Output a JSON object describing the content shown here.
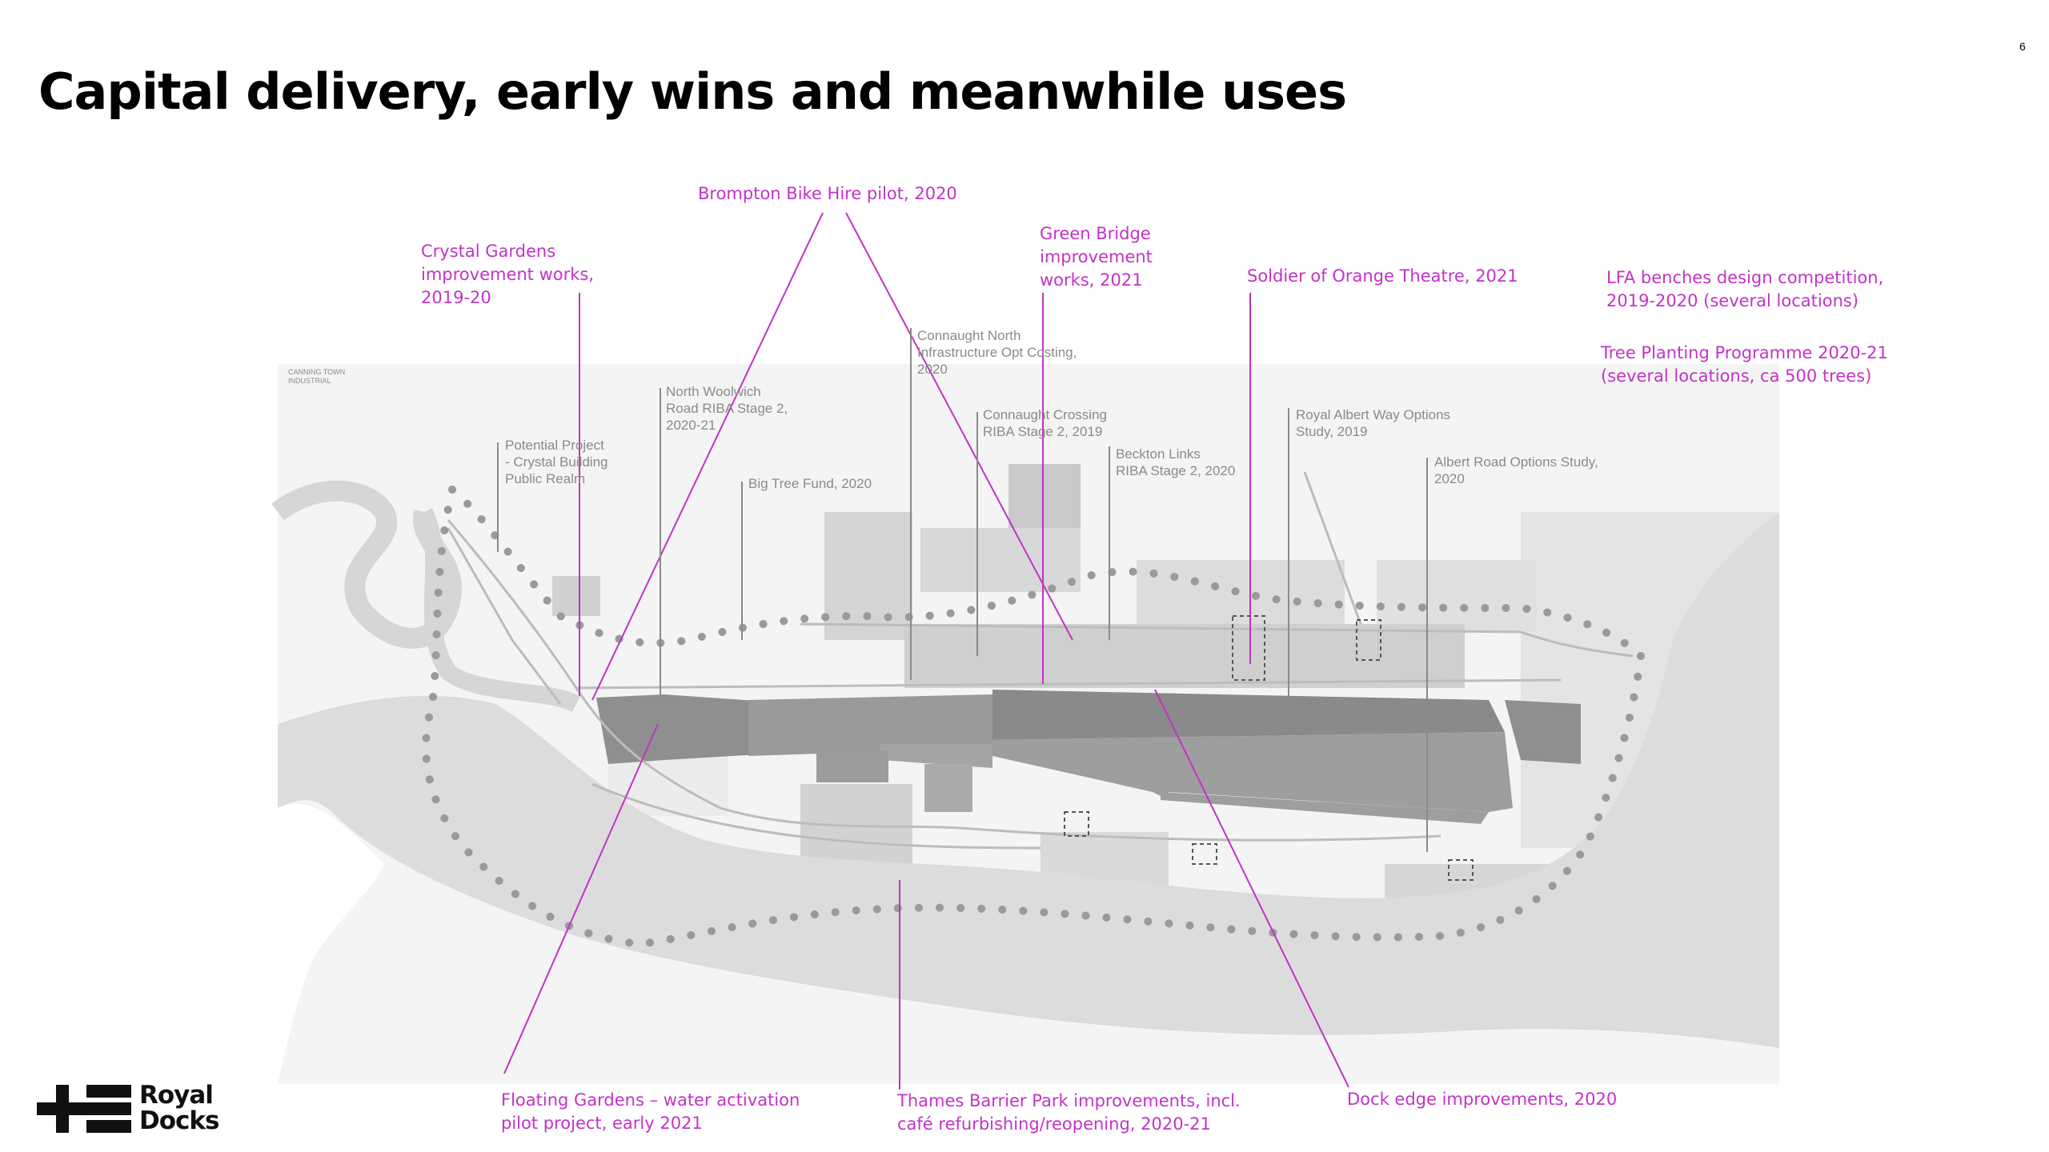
{
  "slide": {
    "title": "Capital delivery, early wins and meanwhile uses",
    "page_number": "6"
  },
  "annotations": [
    {
      "id": "brompton",
      "text": "Brompton Bike Hire pilot, 2020"
    },
    {
      "id": "crystal-gardens",
      "text": "Crystal Gardens\nimprovement works,\n2019-20"
    },
    {
      "id": "green-bridge",
      "text": "Green Bridge\nimprovement\nworks, 2021"
    },
    {
      "id": "soldier-orange",
      "text": "Soldier of Orange Theatre, 2021"
    },
    {
      "id": "lfa-benches",
      "text": "LFA benches design competition,\n2019-2020 (several locations)"
    },
    {
      "id": "tree-planting",
      "text": "Tree Planting Programme 2020-21\n(several locations, ca 500 trees)"
    },
    {
      "id": "floating-gardens",
      "text": "Floating Gardens – water activation\npilot project, early 2021"
    },
    {
      "id": "thames-barrier",
      "text": "Thames Barrier Park improvements, incl.\ncafé refurbishing/reopening, 2020-21"
    },
    {
      "id": "dock-edge",
      "text": "Dock edge improvements, 2020"
    }
  ],
  "map_labels": [
    {
      "id": "connaught-north",
      "text": "Connaught North\nInfrastructure Opt Costing,\n2020"
    },
    {
      "id": "north-woolwich",
      "text": "North Woolwich\nRoad RIBA Stage 2,\n2020-21"
    },
    {
      "id": "potential-project",
      "text": "Potential Project\n- Crystal Building\nPublic Realm"
    },
    {
      "id": "big-tree-fund",
      "text": "Big Tree Fund, 2020"
    },
    {
      "id": "connaught-crossing",
      "text": "Connaught Crossing\nRIBA Stage 2, 2019"
    },
    {
      "id": "beckton-links",
      "text": "Beckton Links\nRIBA Stage 2, 2020"
    },
    {
      "id": "royal-albert-way",
      "text": "Royal Albert Way Options\nStudy, 2019"
    },
    {
      "id": "albert-road",
      "text": "Albert Road Options Study,\n2020"
    }
  ],
  "map_place_names": [
    "CANNING TOWN INDUSTRIAL"
  ],
  "logo": {
    "text": "Royal\nDocks",
    "icon": "royal-docks-logo-icon"
  },
  "colors": {
    "annotation": "#c233c7",
    "map_label": "#8a8a8a",
    "river": "#dcdcdc",
    "dock_water": "#8f8f8f",
    "land": "#f4f4f4"
  }
}
